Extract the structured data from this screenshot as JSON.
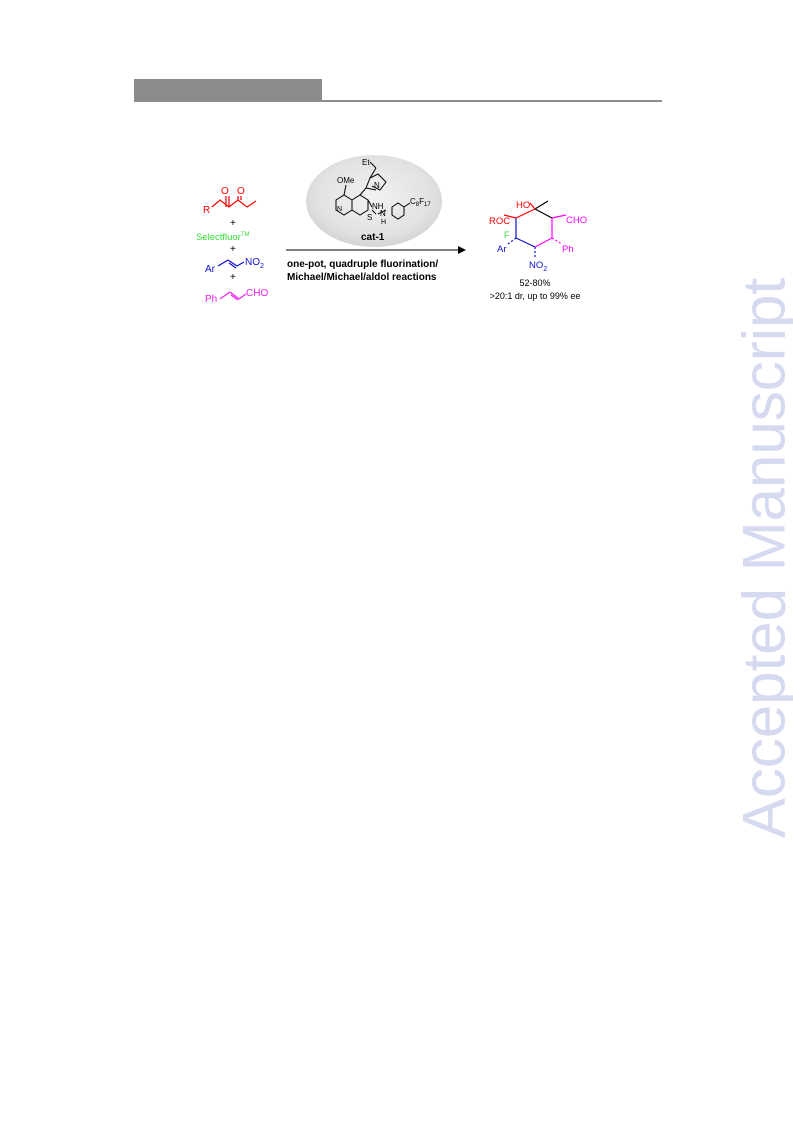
{
  "watermark": "Accepted Manuscript",
  "scheme": {
    "reagents": {
      "plus": "+",
      "selectfluor": "Selectfluor",
      "tm": "TM",
      "r": "R",
      "ar": "Ar",
      "no2": "NO",
      "no2_sub": "2",
      "ph": "Ph",
      "cho": "CHO"
    },
    "catalyst": {
      "name": "cat-1",
      "et": "Et",
      "ome": "OMe",
      "n": "N",
      "nh": "NH",
      "s": "S",
      "h": "H",
      "c": "C",
      "c_sub": "8",
      "f": "F",
      "f_sub": "17"
    },
    "conditions": {
      "line1": "one-pot, quadruple fluorination/",
      "line2": "Michael/Michael/aldol reactions"
    },
    "product": {
      "ho": "HO",
      "roc": "ROC",
      "cho": "CHO",
      "f": "F",
      "ar": "Ar",
      "ph": "Ph",
      "no2": "NO",
      "no2_sub": "2",
      "yield": "52-80%",
      "selectivity": ">20:1 dr, up to 99% ee"
    }
  }
}
